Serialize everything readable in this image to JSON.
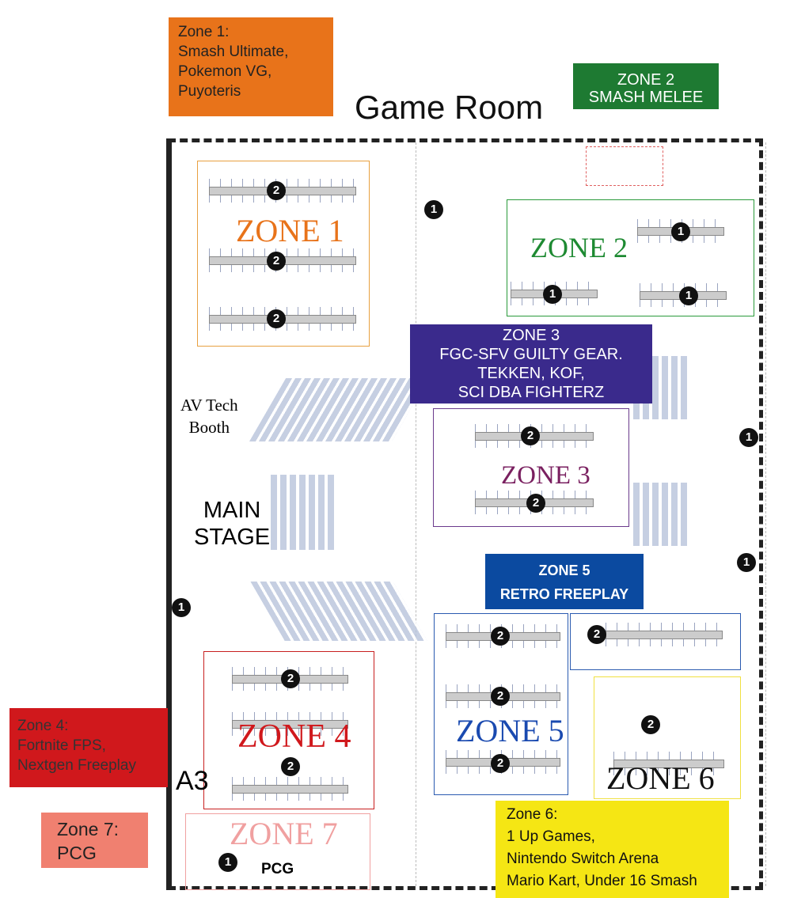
{
  "title": "Game Room",
  "labels": {
    "zone1": [
      "Zone 1:",
      "Smash Ultimate,",
      "Pokemon VG,",
      "Puyoteris"
    ],
    "zone2": [
      "ZONE 2",
      "SMASH MELEE"
    ],
    "zone3": [
      "ZONE 3",
      "FGC-SFV GUILTY GEAR.",
      "TEKKEN, KOF,",
      "SCI DBA FIGHTERZ"
    ],
    "zone4": [
      "Zone 4:",
      "Fortnite FPS,",
      "Nextgen Freeplay"
    ],
    "zone5": [
      "ZONE 5",
      "RETRO FREEPLAY"
    ],
    "zone6": [
      "Zone 6:",
      "1 Up Games,",
      "Nintendo Switch Arena",
      "Mario Kart, Under 16 Smash"
    ],
    "zone7": [
      "Zone 7:",
      "PCG"
    ]
  },
  "zone_titles": {
    "z1": "ZONE 1",
    "z2": "ZONE 2",
    "z3": "ZONE 3",
    "z4": "ZONE 4",
    "z5": "ZONE 5",
    "z6": "ZONE 6",
    "z7": "ZONE 7"
  },
  "areas": {
    "av_tech": [
      "AV Tech",
      "Booth"
    ],
    "main_stage": [
      "MAIN",
      "STAGE"
    ],
    "pcg": "PCG",
    "partial_room": "A3"
  },
  "markers": [
    "2",
    "2",
    "2",
    "1",
    "1",
    "1",
    "1",
    "2",
    "2",
    "1",
    "1",
    "1",
    "2",
    "2",
    "2",
    "2",
    "2",
    "2",
    "2",
    "1"
  ],
  "colors": {
    "zone1": "#e8731a",
    "zone2": "#1e7a32",
    "zone3": "#3a2a8c",
    "zone4": "#d0181c",
    "zone5": "#0b4aa0",
    "zone6": "#f5e614",
    "zone7": "#f08070"
  }
}
